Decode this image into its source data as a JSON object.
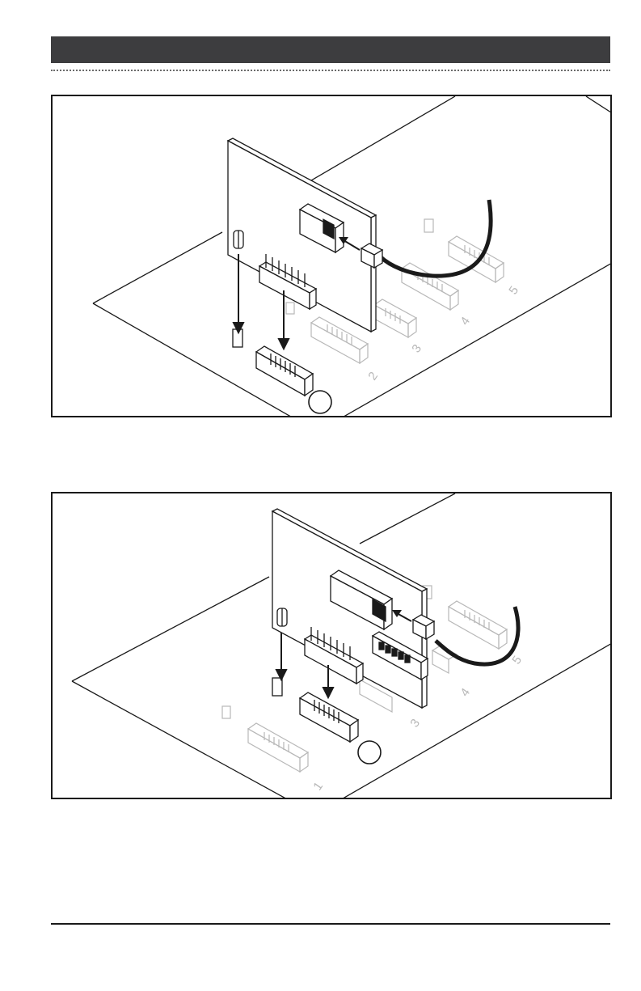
{
  "header": {
    "title": ""
  },
  "figures": [
    {
      "id": "figure-1",
      "description_icon": "install-card-in-slot-1",
      "slot_labels": [
        "2",
        "3",
        "4",
        "5"
      ],
      "badge": ""
    },
    {
      "id": "figure-2",
      "description_icon": "install-card-in-slot-2",
      "slot_labels": [
        "1",
        "3",
        "4",
        "5"
      ],
      "badge": ""
    }
  ],
  "colors": {
    "header_bar": "#3d3d3f",
    "line_dark": "#1a1a1a",
    "line_light": "#b8b8b8"
  }
}
